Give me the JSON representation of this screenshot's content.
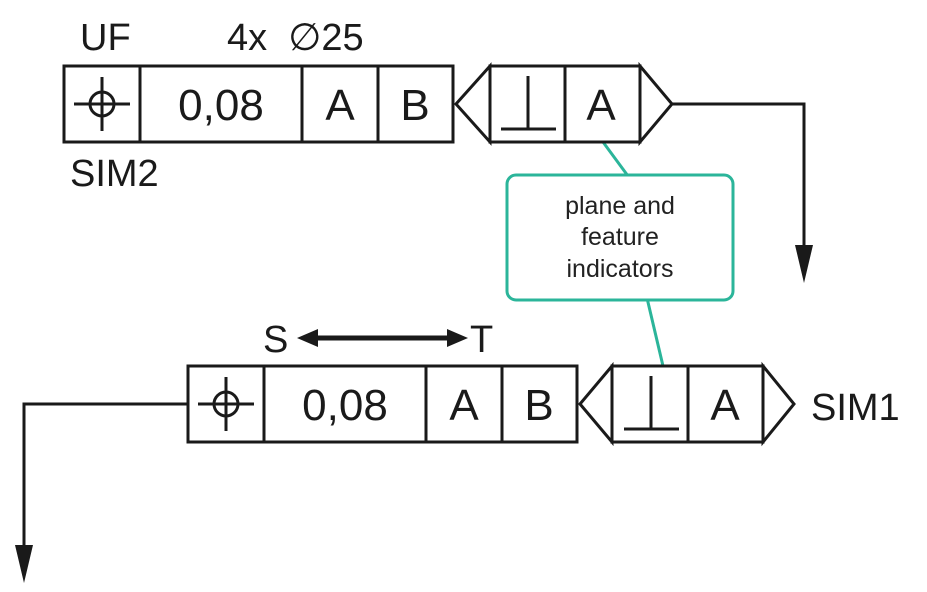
{
  "diagram": {
    "top_frame": {
      "label_above_left": "UF",
      "label_above_mid": "4x  ∅25",
      "label_below": "SIM2",
      "symbol": "position-icon",
      "tolerance": "0,08",
      "datums": [
        "A",
        "B"
      ],
      "indicator": {
        "symbol": "perpendicularity-icon",
        "datum": "A"
      }
    },
    "bottom_frame": {
      "range_from": "S",
      "range_to": "T",
      "label_right": "SIM1",
      "symbol": "position-icon",
      "tolerance": "0,08",
      "datums": [
        "A",
        "B"
      ],
      "indicator": {
        "symbol": "perpendicularity-icon",
        "datum": "A"
      }
    },
    "callout": {
      "lines": [
        "plane and",
        "feature",
        "indicators"
      ],
      "color": "#2bb59a"
    },
    "line_color": "#1a1a1a"
  }
}
